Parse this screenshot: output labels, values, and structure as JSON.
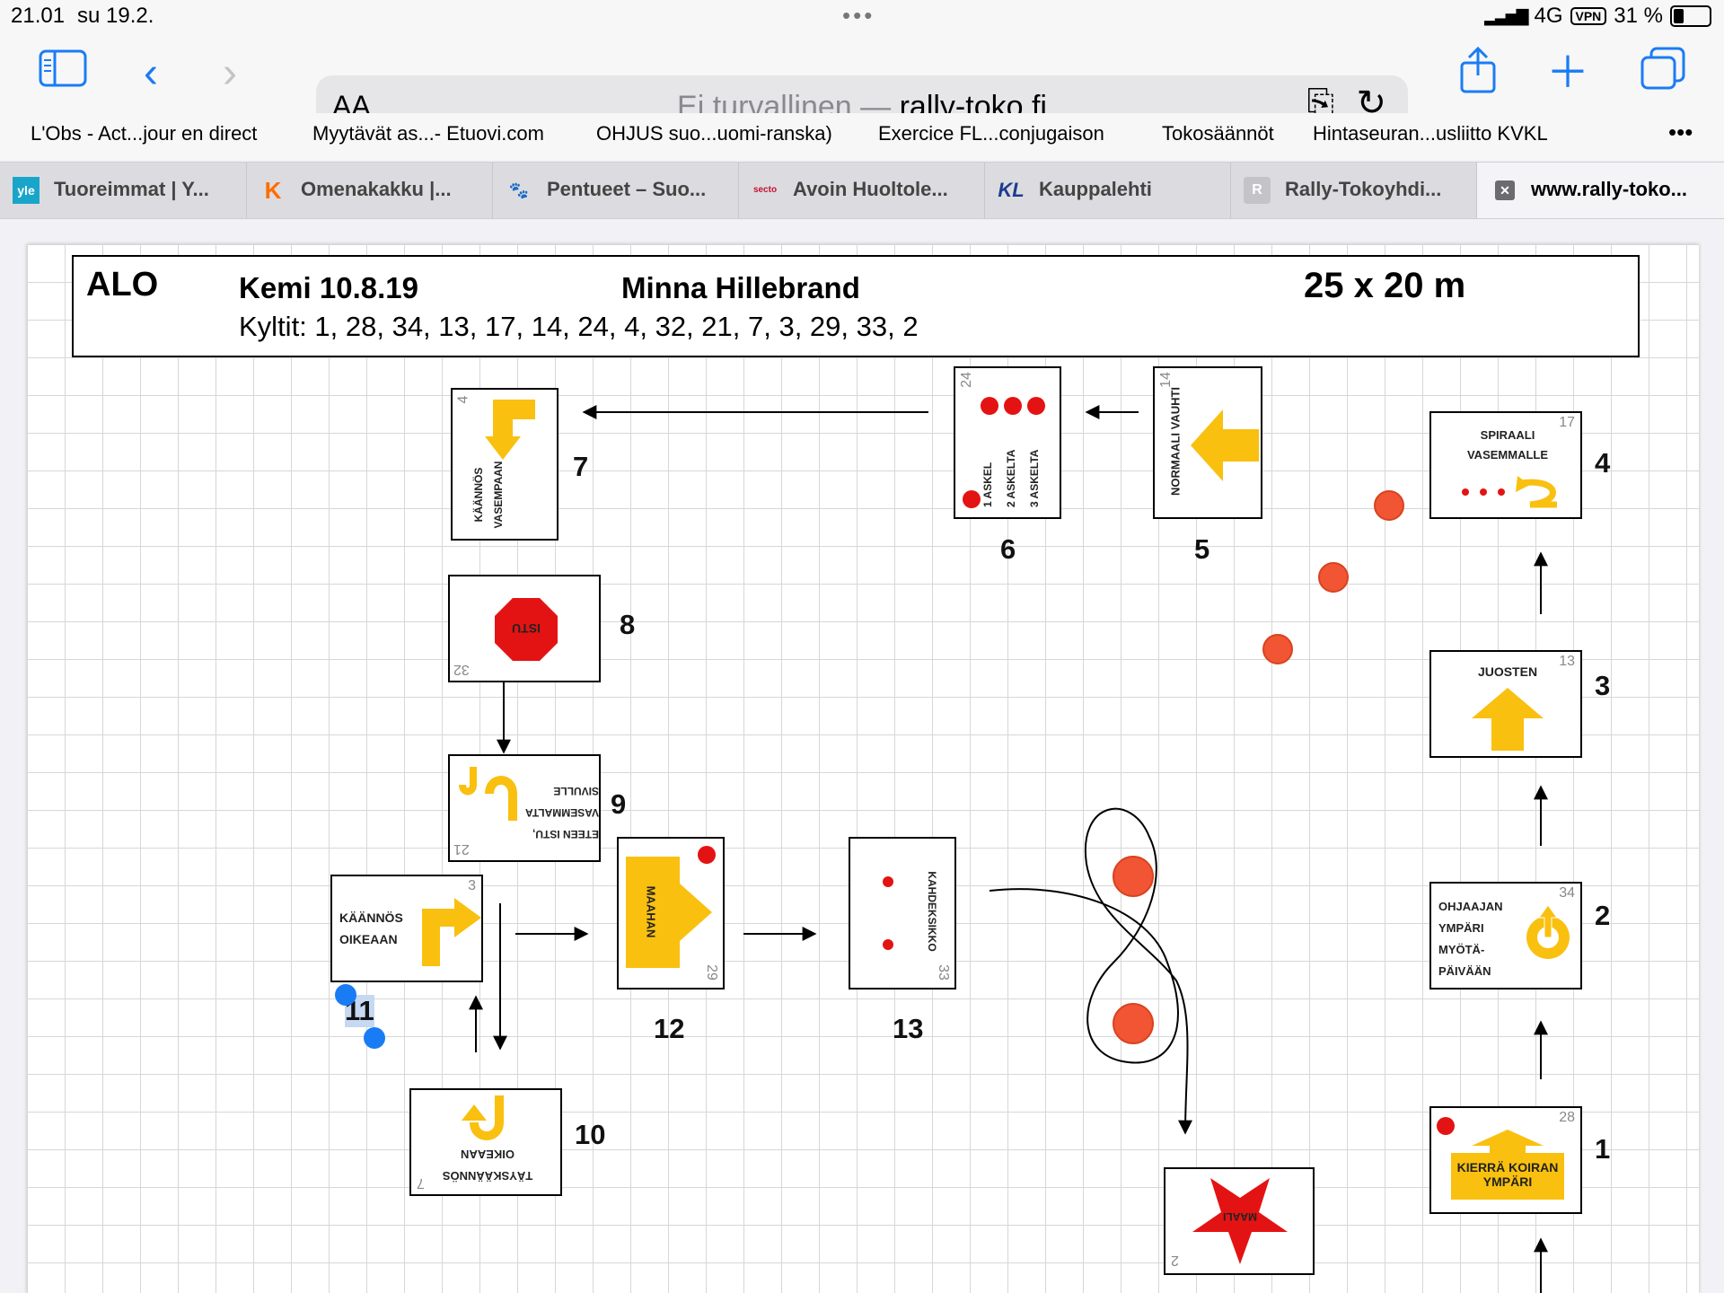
{
  "status": {
    "time": "21.01",
    "date": "su 19.2.",
    "network": "4G",
    "vpn": "VPN",
    "battery": "31 %"
  },
  "browser": {
    "address_prefix": "Ei turvallinen —",
    "address_domain": "rally-toko.fi",
    "aa_label": "AA"
  },
  "bookmarks": [
    "L'Obs - Act...jour en direct",
    "Myytävät as...- Etuovi.com",
    "OHJUS suo...uomi-ranska)",
    "Exercice FL...conjugaison",
    "Tokosäännöt",
    "Hintaseuran...usliitto KVKL"
  ],
  "tabs": [
    {
      "favicon": "yle",
      "label": "Tuoreimmat | Y..."
    },
    {
      "favicon": "K",
      "label": "Omenakakku |..."
    },
    {
      "favicon": "🐾",
      "label": "Pentueet – Suo..."
    },
    {
      "favicon": "secto",
      "label": "Avoin Huoltole..."
    },
    {
      "favicon": "KL",
      "label": "Kauppalehti"
    },
    {
      "favicon": "R",
      "label": "Rally-Tokoyhdi..."
    },
    {
      "favicon": "✕",
      "label": "www.rally-toko..."
    }
  ],
  "course": {
    "alo": "ALO",
    "event": "Kemi 10.8.19",
    "judge": "Minna Hillebrand",
    "size": "25 x 20 m",
    "signs_line": "Kyltit: 1, 28, 34, 13, 17, 14, 24, 4, 32, 21, 7, 3, 29, 33, 2"
  },
  "signs": [
    {
      "order": "1",
      "id": "28",
      "text": "KIERRÄ KOIRAN YMPÄRI"
    },
    {
      "order": "2",
      "id": "34",
      "text": "OHJAAJAN YMPÄRI MYÖTÄ-PÄIVÄÄN"
    },
    {
      "order": "3",
      "id": "13",
      "text": "JUOSTEN"
    },
    {
      "order": "4",
      "id": "17",
      "text": "SPIRAALI VASEMMALLE"
    },
    {
      "order": "5",
      "id": "14",
      "text": "NORMAALI VAUHTI"
    },
    {
      "order": "6",
      "id": "24",
      "text1": "1 ASKEL",
      "text2": "2 ASKELTA",
      "text3": "3 ASKELTA"
    },
    {
      "order": "7",
      "id": "4",
      "text1": "KÄÄNNÖS",
      "text2": "VASEMPAAN"
    },
    {
      "order": "8",
      "id": "32",
      "text": "ISTU"
    },
    {
      "order": "9",
      "id": "21",
      "text1": "ETEEN ISTU,",
      "text2": "VASEMMALTA",
      "text3": "SIVULLE"
    },
    {
      "order": "10",
      "id": "7",
      "text1": "TÄYSKÄÄNNÖS",
      "text2": "OIKEAAN"
    },
    {
      "order": "11",
      "id": "3",
      "text1": "KÄÄNNÖS",
      "text2": "OIKEAAN"
    },
    {
      "order": "12",
      "id": "29",
      "text": "MAAHAN"
    },
    {
      "order": "13",
      "id": "33",
      "text": "KAHDEKSIKKO"
    },
    {
      "order": "",
      "id": "2",
      "text": "MAALI"
    }
  ]
}
